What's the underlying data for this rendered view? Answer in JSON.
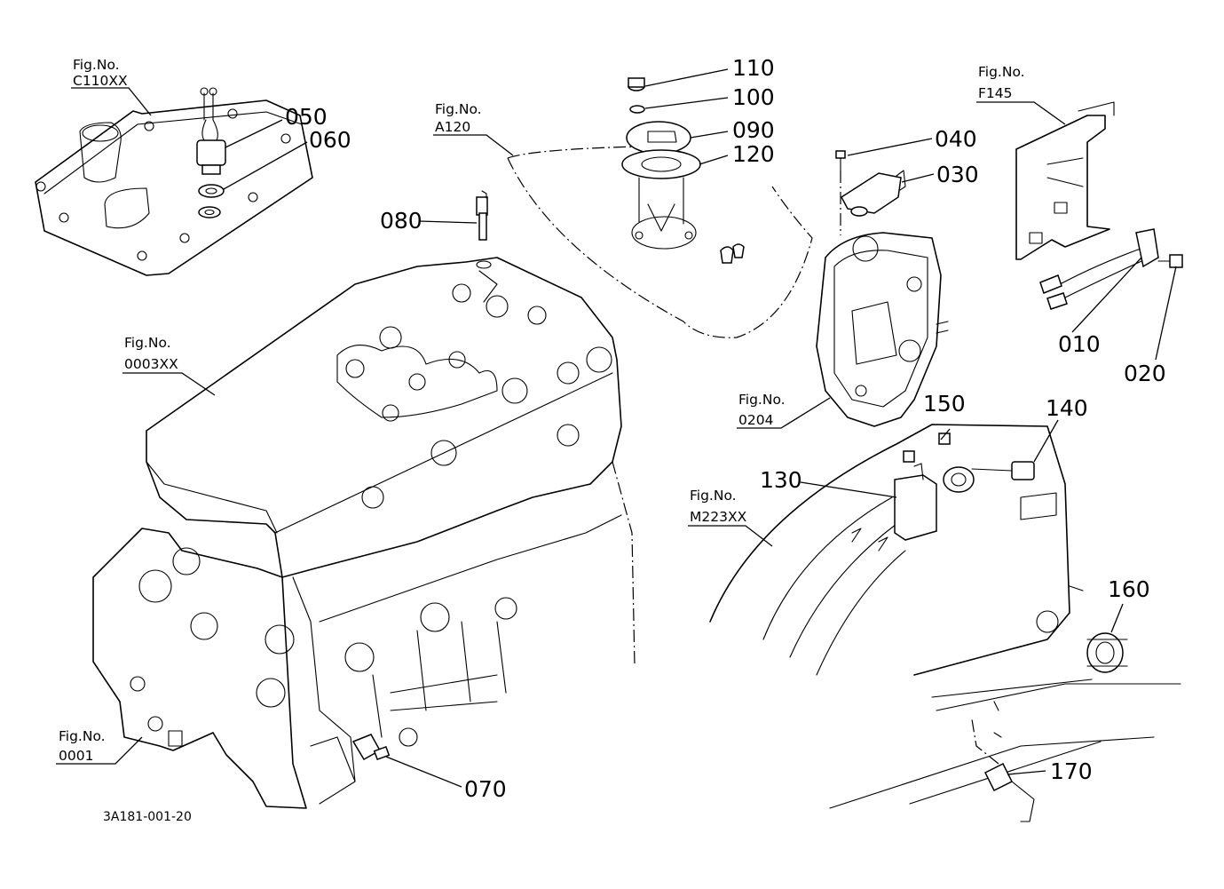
{
  "drawing_code": "3A181-001-20",
  "fig_refs": {
    "c110": {
      "label": "Fig.No.",
      "code": "C110XX"
    },
    "a120": {
      "label": "Fig.No.",
      "code": "A120"
    },
    "f145": {
      "label": "Fig.No.",
      "code": "F145"
    },
    "f0003": {
      "label": "Fig.No.",
      "code": "0003XX"
    },
    "f0204": {
      "label": "Fig.No.",
      "code": "0204"
    },
    "m223": {
      "label": "Fig.No.",
      "code": "M223XX"
    },
    "f0001": {
      "label": "Fig.No.",
      "code": "0001"
    }
  },
  "parts": {
    "p010": "010",
    "p020": "020",
    "p030": "030",
    "p040": "040",
    "p050": "050",
    "p060": "060",
    "p070": "070",
    "p080": "080",
    "p090": "090",
    "p100": "100",
    "p110": "110",
    "p120": "120",
    "p130": "130",
    "p140": "140",
    "p150": "150",
    "p160": "160",
    "p170": "170"
  }
}
